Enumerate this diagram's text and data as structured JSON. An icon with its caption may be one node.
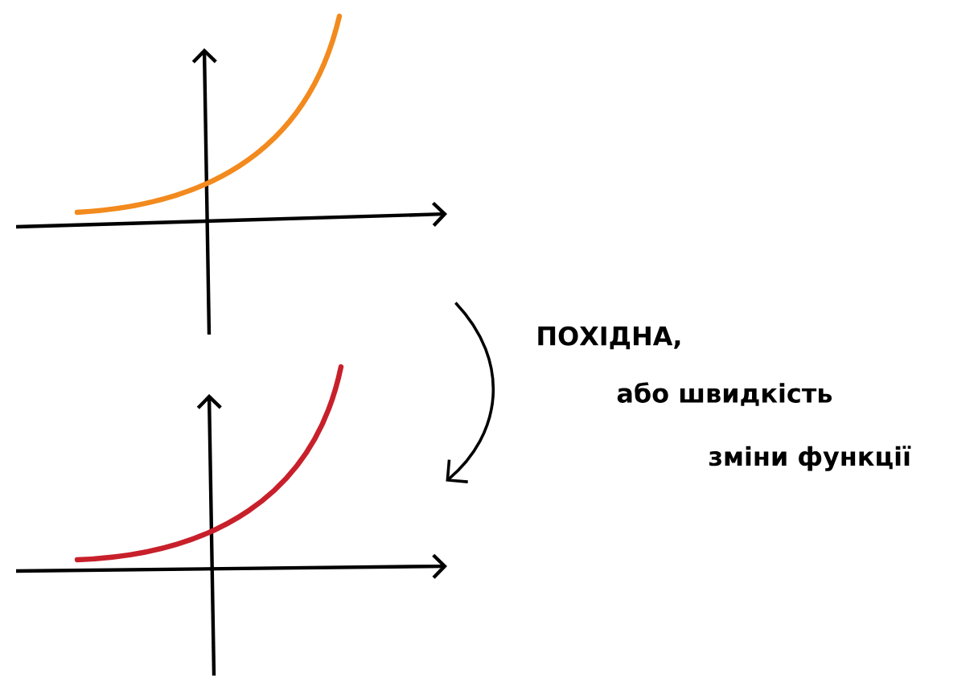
{
  "diagram": {
    "nodes": [
      {
        "text": [],
        "shape": "picture"
      },
      {
        "text": [],
        "shape": "picture"
      }
    ],
    "edges": [
      {
        "from": 0,
        "to": 1,
        "arrow": "to"
      }
    ],
    "labels": [
      "ПОХІДНА,",
      "або швидкість",
      "зміни функції"
    ]
  }
}
